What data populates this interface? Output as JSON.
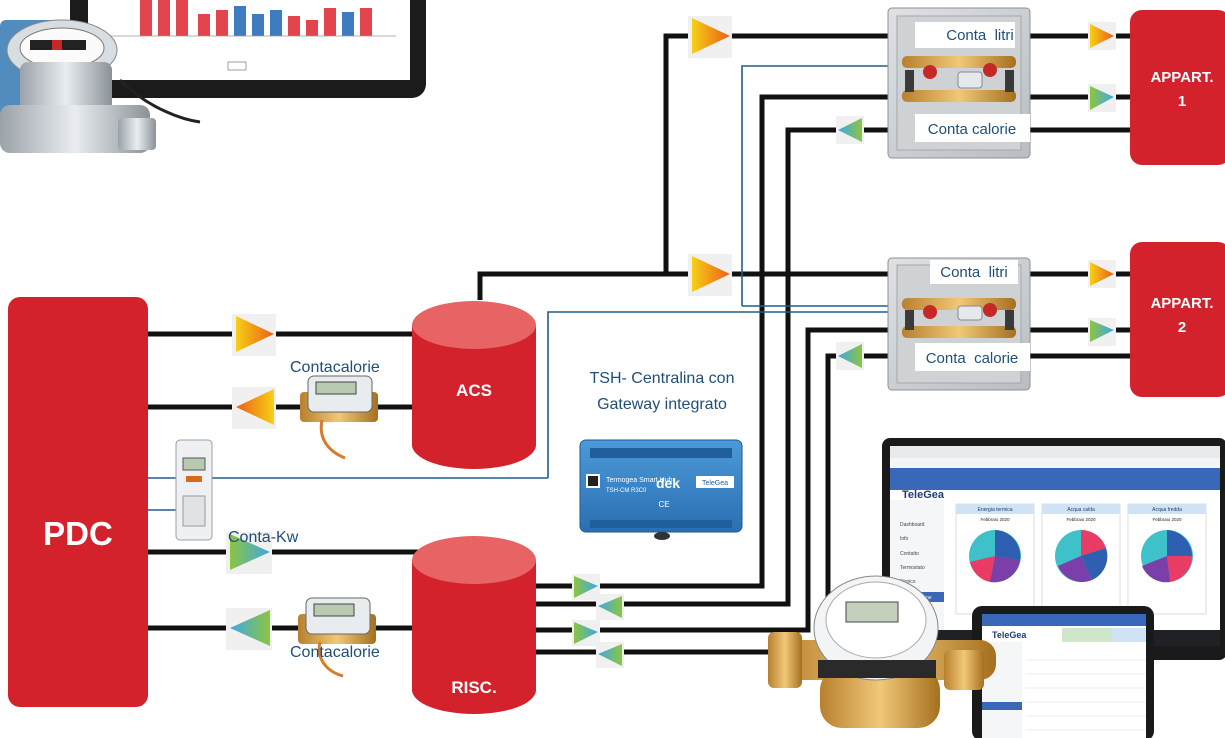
{
  "nodes": {
    "pdc": "PDC",
    "acs": "ACS",
    "risc": "RISC.",
    "appart1": {
      "line1": "APPART.",
      "line2": "1"
    },
    "appart2": {
      "line1": "APPART.",
      "line2": "2"
    }
  },
  "labels": {
    "contacalorie_top": "Contacalorie",
    "contacalorie_bottom": "Contacalorie",
    "conta_kw": "Conta-Kw",
    "tsh_line1": "TSH- Centralina con",
    "tsh_line2": "Gateway integrato",
    "conta_litri_1": "Conta  litri",
    "conta_calorie_1": "Conta calorie",
    "conta_litri_2": "Conta  litri",
    "conta_calorie_2": "Conta  calorie"
  },
  "device_text": {
    "hub_brand": "dek",
    "hub_name": "Termogea Smart Hub",
    "hub_model": "TSH-CM R3C0",
    "hub_logo": "TeleGea",
    "ce_mark": "CE",
    "laptop_logo": "TeleGea",
    "tablet_logo": "TeleGea",
    "laptop_cards": [
      "Energia termica",
      "Acqua calda",
      "Acqua fredda"
    ],
    "laptop_period": "Febbraio 2020",
    "laptop_menu": [
      "Dashboard",
      "Info",
      "Contatto",
      "Termostato",
      "Storico",
      "Consultazione"
    ]
  },
  "colors": {
    "red": "#d3222c",
    "red_top": "#e25555",
    "line": "#111111",
    "signal": "#1f5f8b",
    "hot_arrow_from": "#f2c21b",
    "hot_arrow_to": "#ec6a17",
    "cold_arrow_from": "#4fb7ea",
    "cold_arrow_to": "#8cc540"
  }
}
